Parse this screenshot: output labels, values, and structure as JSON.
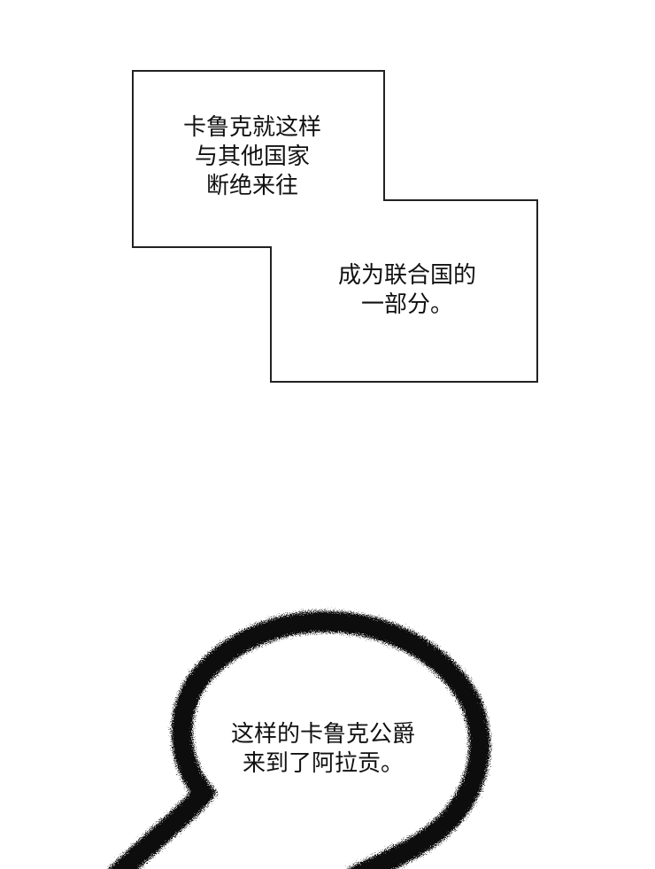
{
  "caption_box_1": {
    "lines": [
      "卡鲁克就这样",
      "与其他国家",
      "断绝来往"
    ]
  },
  "caption_box_2": {
    "lines": [
      "成为联合国的",
      "一部分。"
    ]
  },
  "speech_bubble": {
    "lines": [
      "这样的卡鲁克公爵",
      "来到了阿拉贡。"
    ]
  }
}
